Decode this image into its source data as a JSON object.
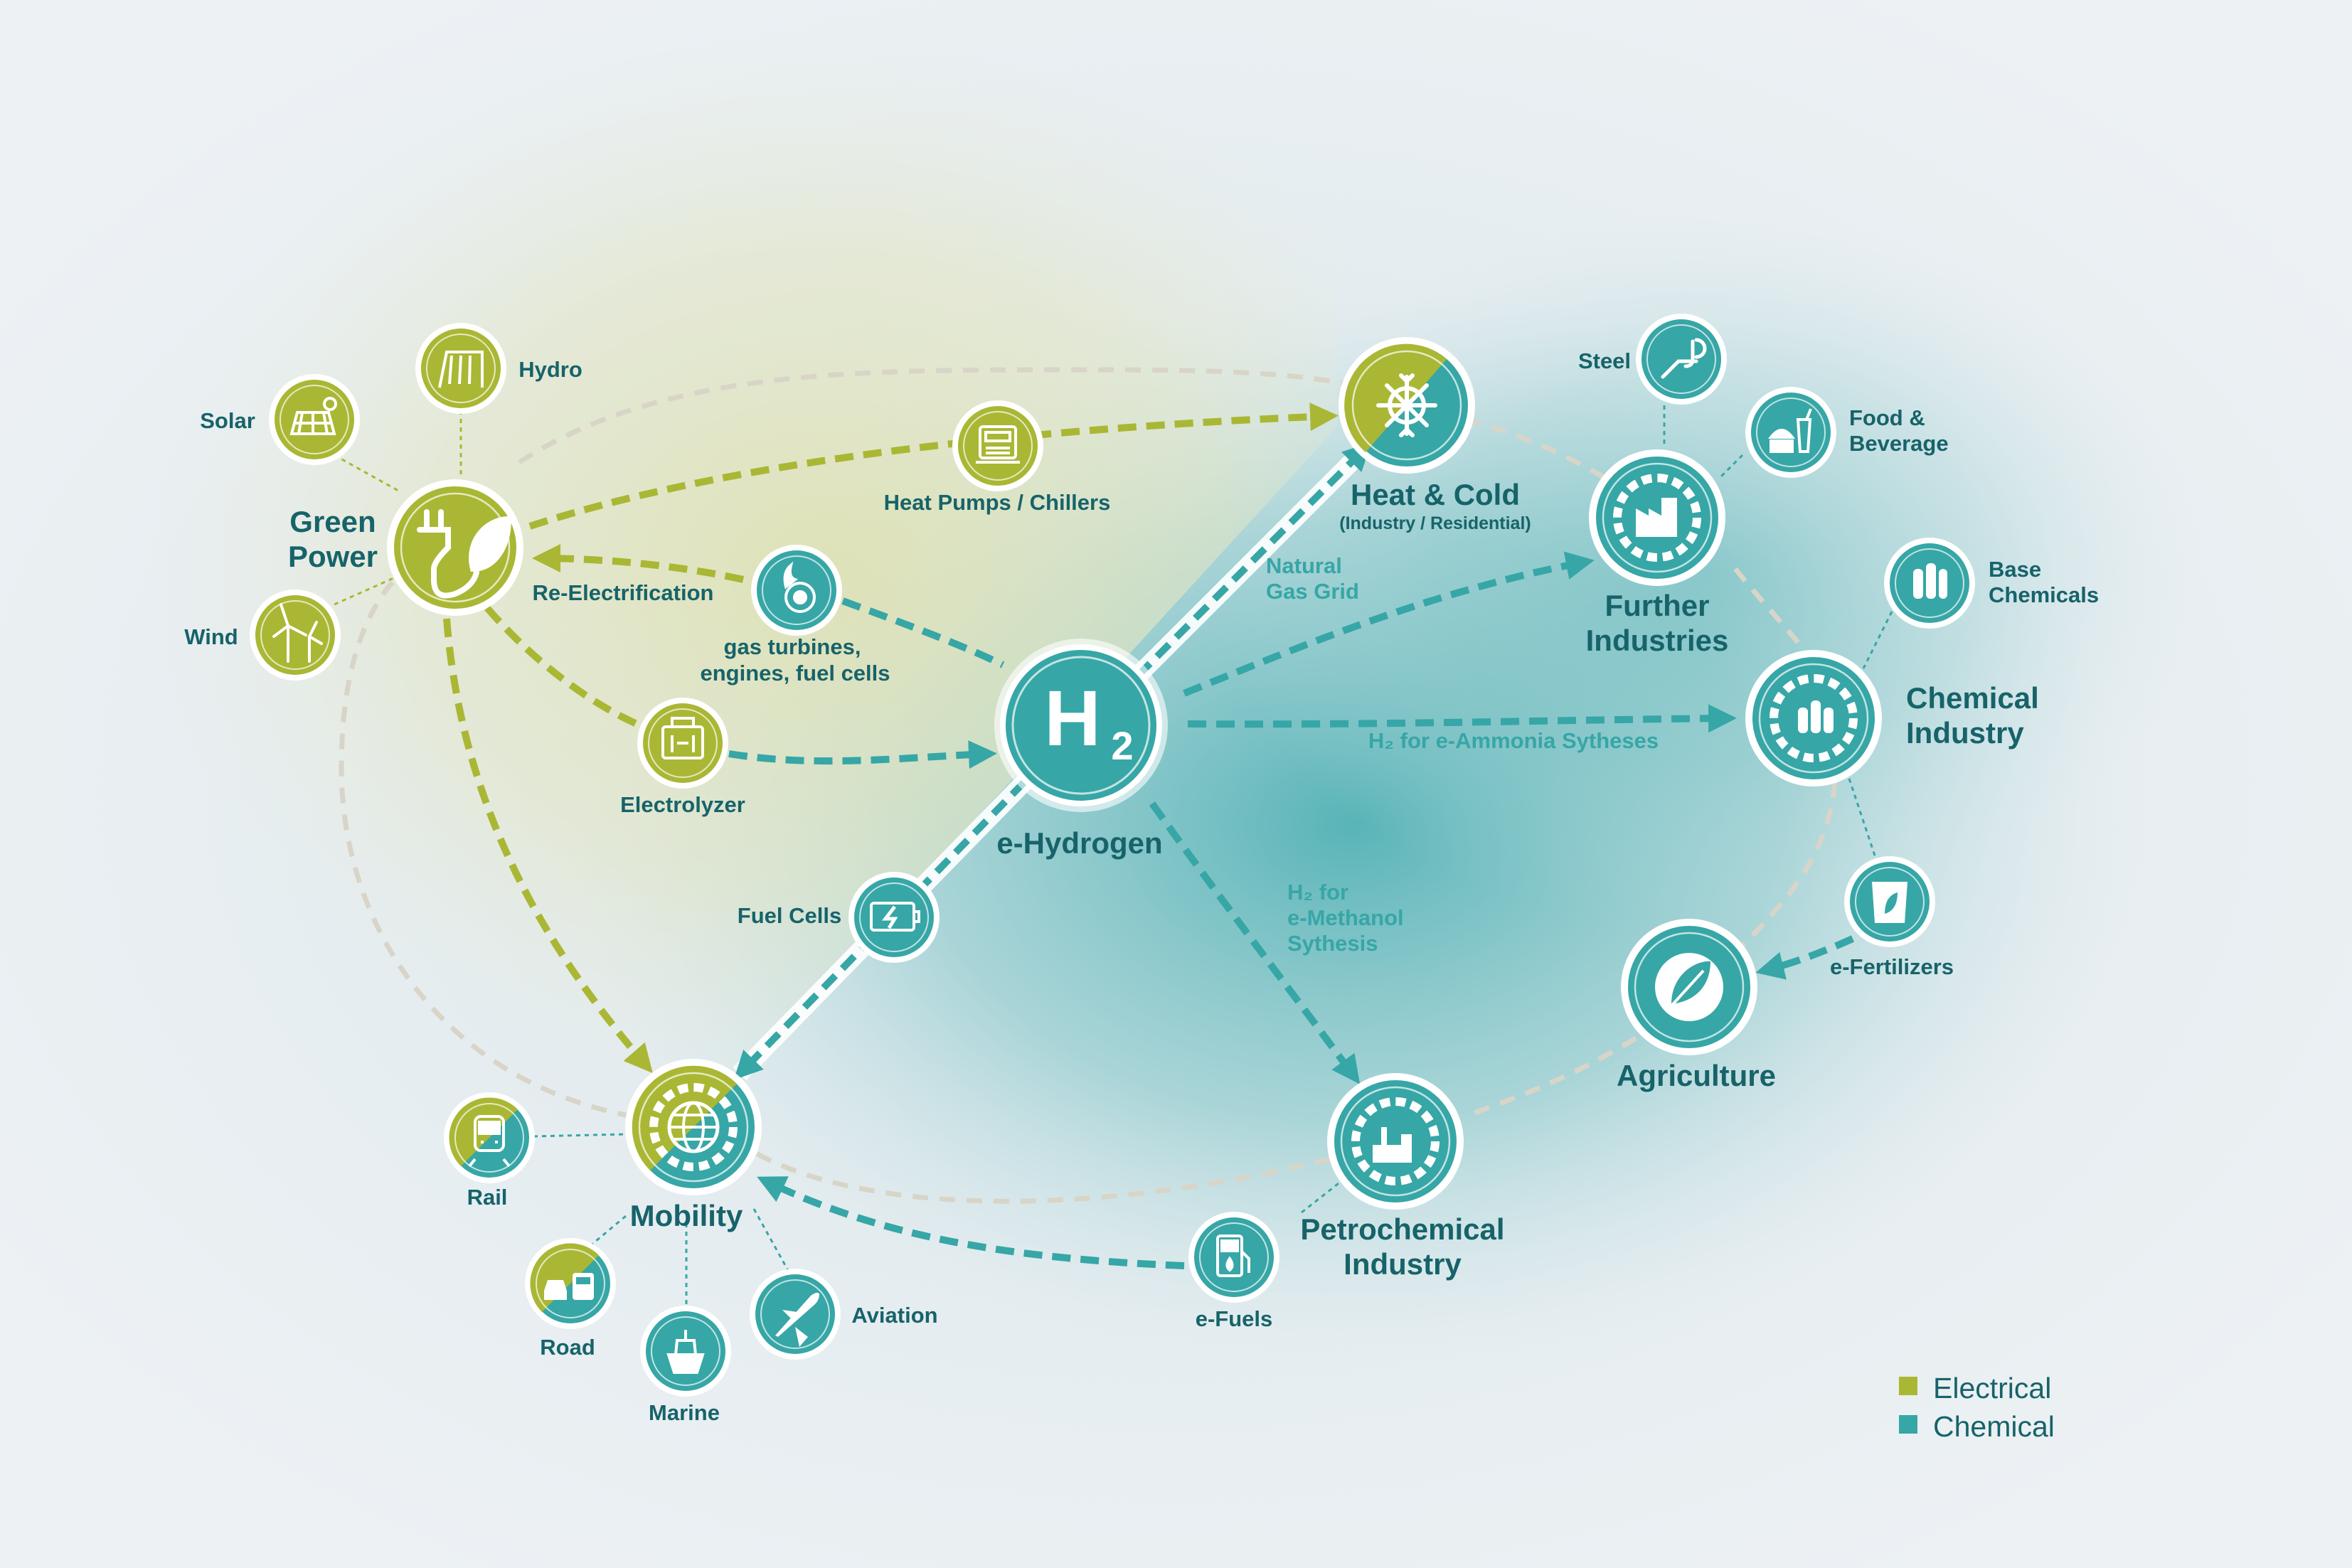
{
  "colors": {
    "electrical": "#aab734",
    "chemical": "#37a6a6",
    "text": "#17636a",
    "grey_dash": "#d8d5c8"
  },
  "hub": {
    "symbol": "H",
    "subscript": "2",
    "label": "e-Hydrogen"
  },
  "nodes": {
    "green_power": {
      "line1": "Green",
      "line2": "Power",
      "icon": "plug-leaf-icon"
    },
    "solar": {
      "label": "Solar",
      "icon": "solar-panel-icon"
    },
    "hydro": {
      "label": "Hydro",
      "icon": "dam-icon"
    },
    "wind": {
      "label": "Wind",
      "icon": "wind-turbine-icon"
    },
    "heat_pumps": {
      "label": "Heat Pumps / Chillers",
      "icon": "heat-pump-icon"
    },
    "heat_cold": {
      "label": "Heat & Cold",
      "sublabel": "(Industry / Residential)",
      "icon": "sun-snowflake-icon"
    },
    "gas_turbines": {
      "line1": "gas turbines,",
      "line2": "engines, fuel cells",
      "icon": "turbine-icon"
    },
    "re_electrification": {
      "label": "Re-Electrification"
    },
    "electrolyzer": {
      "label": "Electrolyzer",
      "icon": "electrolyzer-icon"
    },
    "fuel_cells": {
      "label": "Fuel Cells",
      "icon": "battery-charge-icon"
    },
    "natural_gas_grid": {
      "line1": "Natural",
      "line2": "Gas Grid"
    },
    "further_industries": {
      "line1": "Further",
      "line2": "Industries",
      "icon": "factory-gear-icon"
    },
    "steel": {
      "label": "Steel",
      "icon": "steel-ladle-icon"
    },
    "food": {
      "line1": "Food &",
      "line2": "Beverage",
      "icon": "food-icon"
    },
    "chemical_industry": {
      "line1": "Chemical",
      "line2": "Industry",
      "icon": "chemical-gear-icon"
    },
    "base_chemicals": {
      "line1": "Base",
      "line2": "Chemicals",
      "icon": "gas-cylinders-icon"
    },
    "ammonia": {
      "label": "H₂ for e-Ammonia Sytheses"
    },
    "fertilizers": {
      "label": "e-Fertilizers",
      "icon": "fertilizer-bag-icon"
    },
    "agriculture": {
      "label": "Agriculture",
      "icon": "leaf-icon"
    },
    "methanol": {
      "line1": "H₂ for",
      "line2": "e-Methanol",
      "line3": "Sythesis"
    },
    "petrochemical": {
      "line1": "Petrochemical",
      "line2": "Industry",
      "icon": "refinery-gear-icon"
    },
    "efuels": {
      "label": "e-Fuels",
      "icon": "fuel-pump-icon"
    },
    "mobility": {
      "label": "Mobility",
      "icon": "globe-gear-icon"
    },
    "rail": {
      "label": "Rail",
      "icon": "train-icon"
    },
    "road": {
      "label": "Road",
      "icon": "car-truck-icon"
    },
    "marine": {
      "label": "Marine",
      "icon": "ship-icon"
    },
    "aviation": {
      "label": "Aviation",
      "icon": "airplane-icon"
    }
  },
  "legend": {
    "electrical": "Electrical",
    "chemical": "Chemical"
  }
}
